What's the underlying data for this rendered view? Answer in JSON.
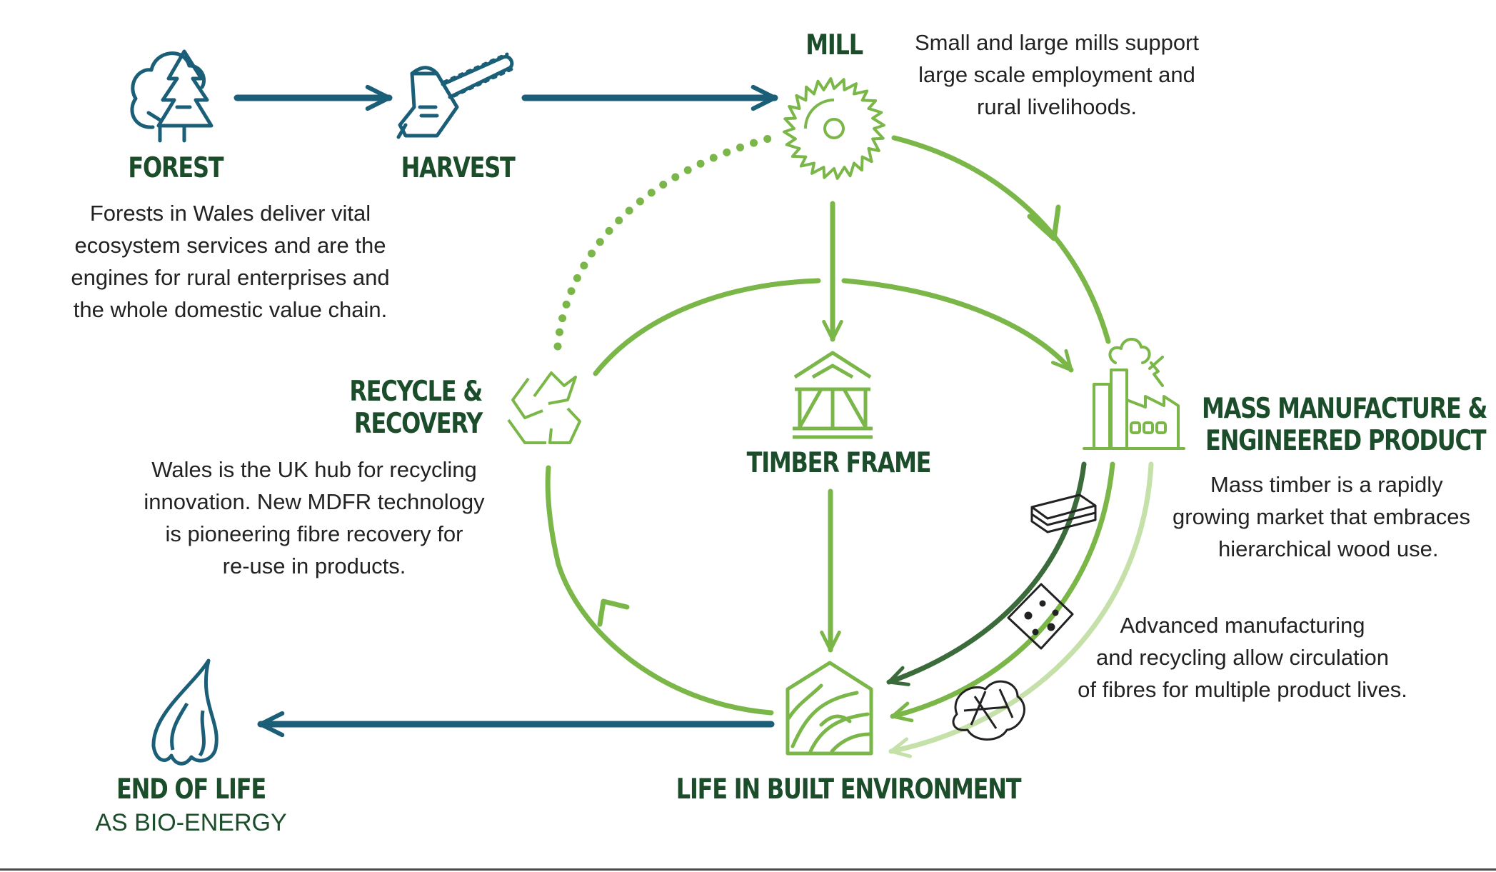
{
  "colors": {
    "teal": "#1a5e78",
    "green": "#7ab648",
    "dark_green": "#3b6b3a",
    "light_green": "#c5e0a8",
    "title_green": "#1b4d2b"
  },
  "stages": {
    "forest": {
      "title": "FOREST",
      "icon": "forest-trees-icon",
      "description": [
        "Forests in Wales deliver vital",
        "ecosystem services and are the",
        "engines for rural enterprises and",
        "the whole domestic value chain."
      ]
    },
    "harvest": {
      "title": "HARVEST",
      "icon": "chainsaw-icon"
    },
    "mill": {
      "title": "MILL",
      "icon": "saw-blade-icon",
      "description": [
        "Small and large mills support",
        "large scale employment and",
        "rural livelihoods."
      ]
    },
    "mass_manufacture": {
      "title": [
        "MASS MANUFACTURE &",
        "ENGINEERED PRODUCT"
      ],
      "icon": "factory-icon",
      "description": [
        "Mass timber is a rapidly",
        "growing market that embraces",
        "hierarchical wood use."
      ]
    },
    "advanced": {
      "description": [
        "Advanced manufacturing",
        "and recycling allow circulation",
        "of fibres for multiple product lives."
      ]
    },
    "timber_frame": {
      "title": "TIMBER FRAME",
      "icon": "timber-frame-house-icon"
    },
    "recycle": {
      "title": [
        "RECYCLE &",
        "RECOVERY"
      ],
      "icon": "recycle-icon",
      "description": [
        "Wales is the UK hub for recycling",
        "innovation. New MDFR technology",
        "is pioneering fibre recovery for",
        "re-use in products."
      ]
    },
    "life": {
      "title": "LIFE IN BUILT ENVIRONMENT",
      "icon": "wood-grain-house-icon"
    },
    "end_of_life": {
      "title": "END OF LIFE",
      "subtitle": "AS BIO-ENERGY",
      "icon": "flame-icon"
    }
  }
}
